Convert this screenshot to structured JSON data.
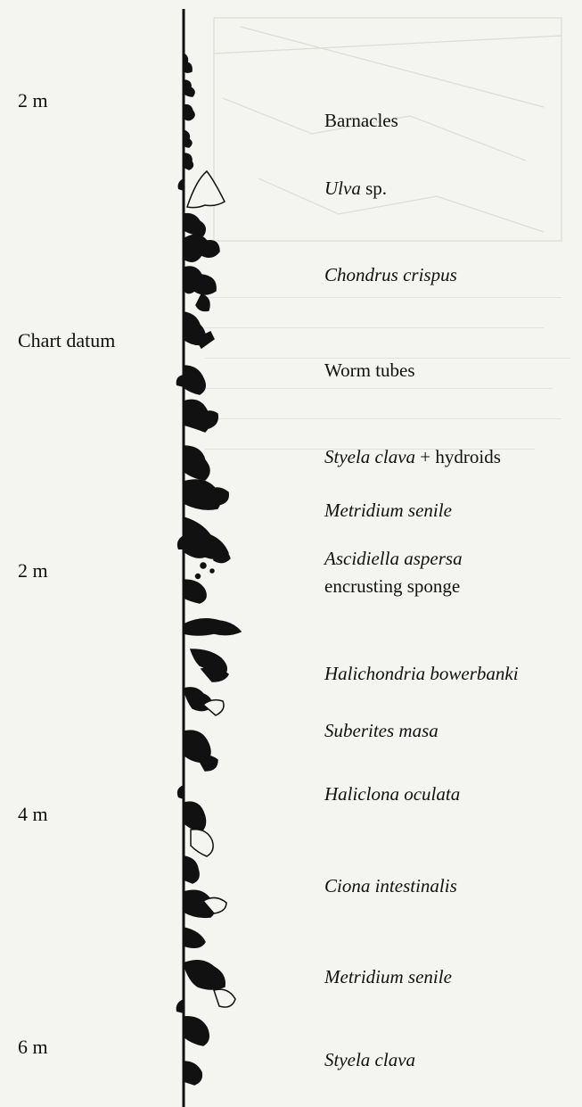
{
  "depths": [
    {
      "label": "2 m"
    },
    {
      "label": "Chart datum"
    },
    {
      "label": "2 m"
    },
    {
      "label": "4 m"
    },
    {
      "label": "6 m"
    }
  ],
  "species": [
    {
      "name": "Barnacles",
      "suffix": "",
      "italic": false
    },
    {
      "name": "Ulva",
      "suffix": " sp.",
      "italic": true
    },
    {
      "name": "Chondrus crispus",
      "suffix": "",
      "italic": true
    },
    {
      "name": "Worm tubes",
      "suffix": "",
      "italic": false
    },
    {
      "name": "Styela clava",
      "suffix": " + hydroids",
      "italic": true
    },
    {
      "name": "Metridium senile",
      "suffix": "",
      "italic": true
    },
    {
      "name": "Ascidiella aspersa",
      "suffix": "",
      "italic": true
    },
    {
      "name": "encrusting sponge",
      "suffix": "",
      "italic": false
    },
    {
      "name": "Halichondria bowerbanki",
      "suffix": "",
      "italic": true
    },
    {
      "name": "Suberites masa",
      "suffix": "",
      "italic": true
    },
    {
      "name": "Haliclona oculata",
      "suffix": "",
      "italic": true
    },
    {
      "name": "Ciona intestinalis",
      "suffix": "",
      "italic": true
    },
    {
      "name": "Metridium senile",
      "suffix": "",
      "italic": true
    },
    {
      "name": "Styela clava",
      "suffix": "",
      "italic": true
    }
  ]
}
